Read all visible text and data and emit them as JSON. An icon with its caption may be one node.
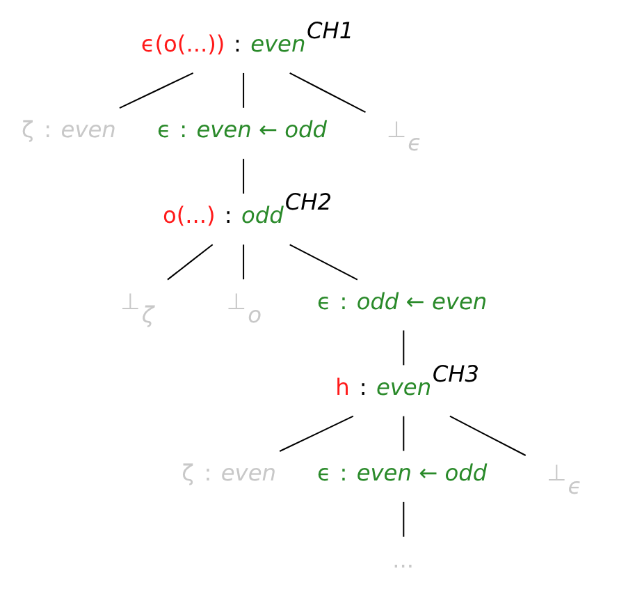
{
  "diagram": {
    "nodes": [
      {
        "text": [
          "ϵ(o(...)) : even$^{CH1}$"
        ]
      },
      {
        "text": [
          "ζ : even"
        ]
      },
      {
        "text": [
          "ϵ : even ← odd"
        ]
      },
      {
        "text": [
          "⊥$_{ϵ}$"
        ]
      },
      {
        "text": [
          "o(...) : odd$^{CH2}$"
        ]
      },
      {
        "text": [
          "⊥$_{ζ}$"
        ]
      },
      {
        "text": [
          "⊥$_{o}$"
        ]
      },
      {
        "text": [
          "ϵ : odd ← even"
        ]
      },
      {
        "text": [
          "h : even$^{CH3}$"
        ]
      },
      {
        "text": [
          "ζ : even"
        ]
      },
      {
        "text": [
          "ϵ : even ← odd"
        ]
      },
      {
        "text": [
          "⊥$_{ϵ}$"
        ]
      },
      {
        "text": [
          "..."
        ]
      }
    ],
    "edges": [
      {
        "from": 0,
        "to": 1,
        "arrow": "none"
      },
      {
        "from": 0,
        "to": 2,
        "arrow": "none"
      },
      {
        "from": 0,
        "to": 3,
        "arrow": "none"
      },
      {
        "from": 2,
        "to": 4,
        "arrow": "none"
      },
      {
        "from": 4,
        "to": 5,
        "arrow": "none"
      },
      {
        "from": 4,
        "to": 6,
        "arrow": "none"
      },
      {
        "from": 4,
        "to": 7,
        "arrow": "none"
      },
      {
        "from": 7,
        "to": 8,
        "arrow": "none"
      },
      {
        "from": 8,
        "to": 9,
        "arrow": "none"
      },
      {
        "from": 8,
        "to": 10,
        "arrow": "none"
      },
      {
        "from": 8,
        "to": 11,
        "arrow": "none"
      },
      {
        "from": 10,
        "to": 12,
        "arrow": "none"
      }
    ]
  }
}
